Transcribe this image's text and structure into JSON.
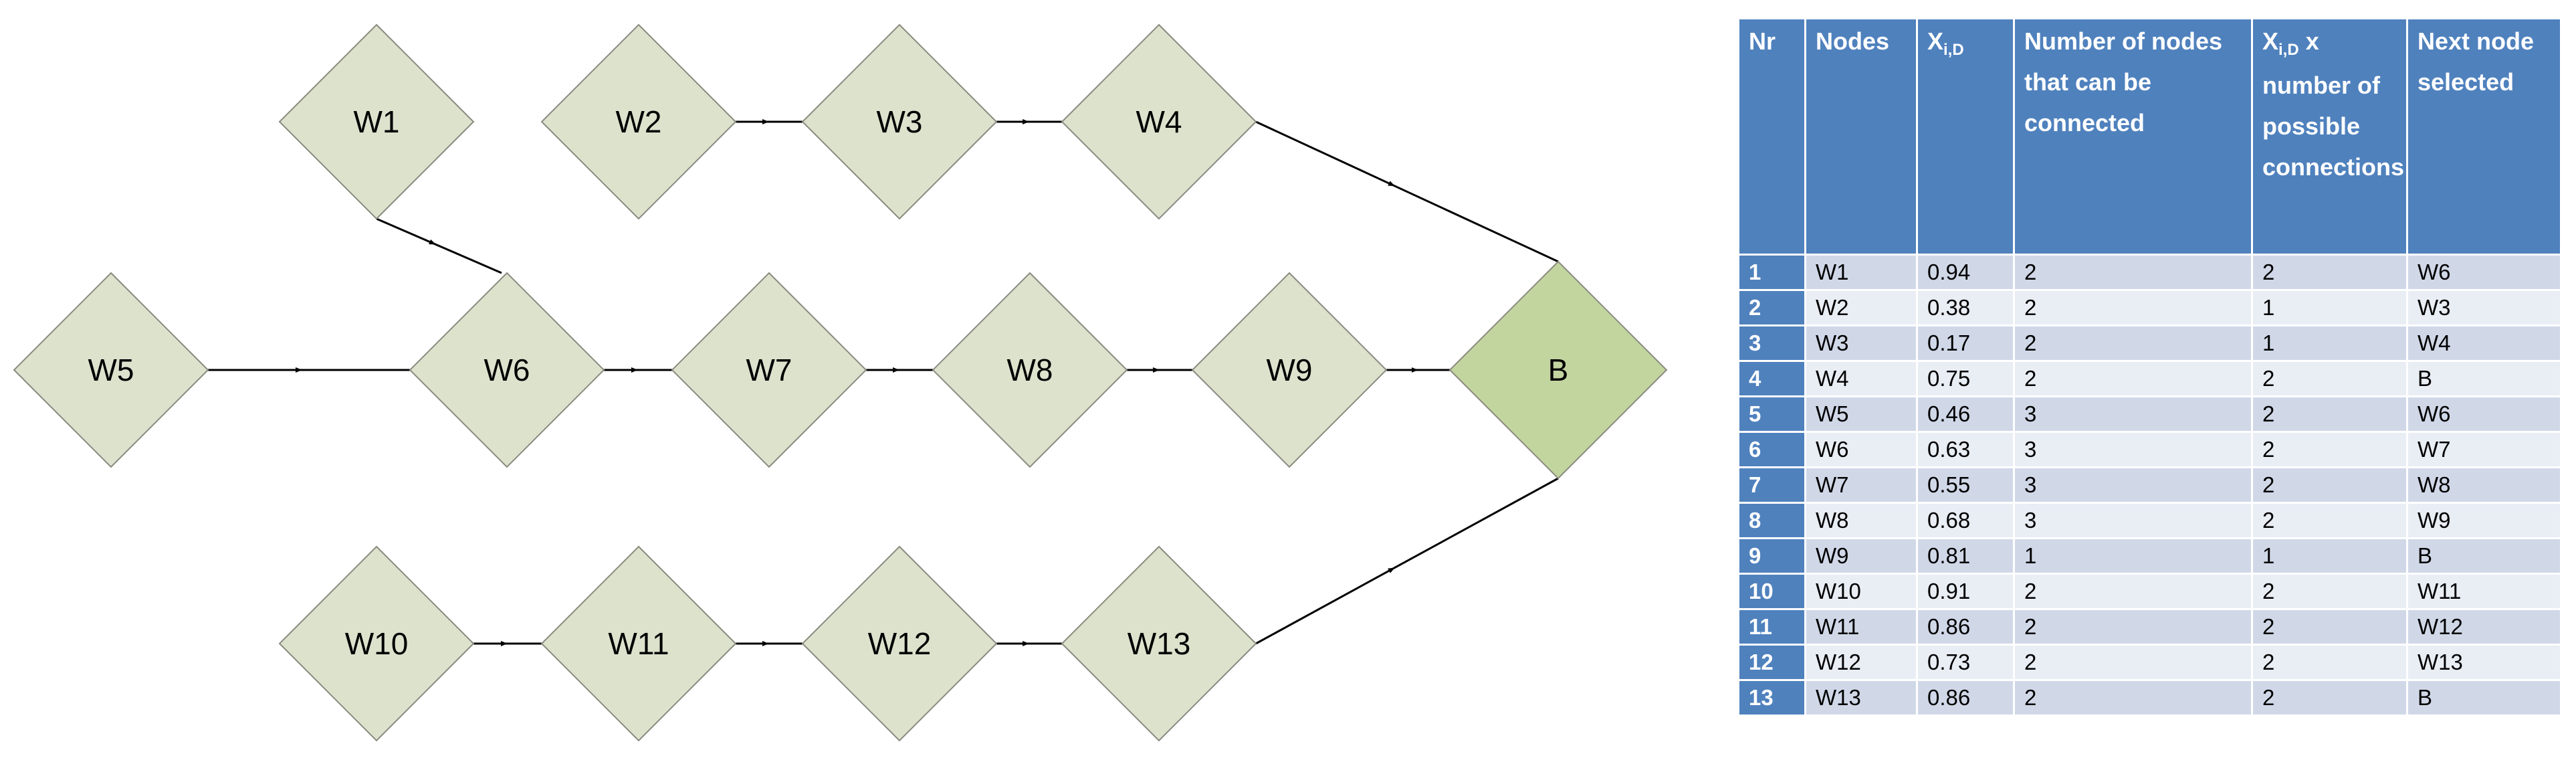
{
  "diagram": {
    "nodes": {
      "W1": "W1",
      "W2": "W2",
      "W3": "W3",
      "W4": "W4",
      "W5": "W5",
      "W6": "W6",
      "W7": "W7",
      "W8": "W8",
      "W9": "W9",
      "W10": "W10",
      "W11": "W11",
      "W12": "W12",
      "W13": "W13",
      "B": "B"
    },
    "edges": [
      [
        "W1",
        "W6"
      ],
      [
        "W2",
        "W3"
      ],
      [
        "W3",
        "W4"
      ],
      [
        "W4",
        "B"
      ],
      [
        "W5",
        "W6"
      ],
      [
        "W6",
        "W7"
      ],
      [
        "W7",
        "W8"
      ],
      [
        "W8",
        "W9"
      ],
      [
        "W9",
        "B"
      ],
      [
        "W10",
        "W11"
      ],
      [
        "W11",
        "W12"
      ],
      [
        "W12",
        "W13"
      ],
      [
        "W13",
        "B"
      ]
    ],
    "colors": {
      "node_fill": "#dde2cd",
      "sink_fill": "#c3d59f",
      "node_stroke": "#8a8a80",
      "edge": "#000000"
    }
  },
  "table": {
    "headers": {
      "nr": "Nr",
      "nodes": "Nodes",
      "x_main": "X",
      "x_sub": "i,D",
      "count": "Number of nodes that can be connected",
      "product_main": "X",
      "product_sub": "i,D",
      "product_rest": " x number of possible connections",
      "next": "Next node selected"
    },
    "rows": [
      {
        "nr": "1",
        "node": "W1",
        "x": "0.94",
        "count": "2",
        "product": "2",
        "next": "W6"
      },
      {
        "nr": "2",
        "node": "W2",
        "x": "0.38",
        "count": "2",
        "product": "1",
        "next": "W3"
      },
      {
        "nr": "3",
        "node": "W3",
        "x": "0.17",
        "count": "2",
        "product": "1",
        "next": "W4"
      },
      {
        "nr": "4",
        "node": "W4",
        "x": "0.75",
        "count": "2",
        "product": "2",
        "next": "B"
      },
      {
        "nr": "5",
        "node": "W5",
        "x": "0.46",
        "count": "3",
        "product": "2",
        "next": "W6"
      },
      {
        "nr": "6",
        "node": "W6",
        "x": "0.63",
        "count": "3",
        "product": "2",
        "next": "W7"
      },
      {
        "nr": "7",
        "node": "W7",
        "x": "0.55",
        "count": "3",
        "product": "2",
        "next": "W8"
      },
      {
        "nr": "8",
        "node": "W8",
        "x": "0.68",
        "count": "3",
        "product": "2",
        "next": "W9"
      },
      {
        "nr": "9",
        "node": "W9",
        "x": "0.81",
        "count": "1",
        "product": "1",
        "next": "B"
      },
      {
        "nr": "10",
        "node": "W10",
        "x": "0.91",
        "count": "2",
        "product": "2",
        "next": "W11"
      },
      {
        "nr": "11",
        "node": "W11",
        "x": "0.86",
        "count": "2",
        "product": "2",
        "next": "W12"
      },
      {
        "nr": "12",
        "node": "W12",
        "x": "0.73",
        "count": "2",
        "product": "2",
        "next": "W13"
      },
      {
        "nr": "13",
        "node": "W13",
        "x": "0.86",
        "count": "2",
        "product": "2",
        "next": "B"
      }
    ],
    "colors": {
      "header": "#4f81bd",
      "row_odd": "#d0d8e8",
      "row_even": "#e9edf4"
    }
  }
}
